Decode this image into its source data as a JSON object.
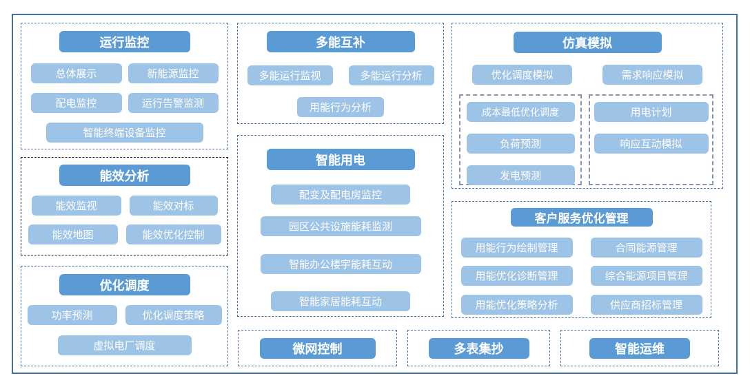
{
  "colors": {
    "header_tile_bg": "#5B9BD5",
    "item_tile_bg": "#9DC3E6",
    "tile_text": "#FFFFFF",
    "outer_frame_border": "#41719C",
    "group_box_border": "#44719F",
    "group_box_border_dark": "#1A1A1A",
    "inner_box_border": "#8496B0"
  },
  "groups": {
    "operation_monitoring": {
      "title": "运行监控",
      "items": [
        "总体展示",
        "新能源监控",
        "配电监控",
        "运行告警监测",
        "智能终端设备监控"
      ]
    },
    "energy_analysis": {
      "title": "能效分析",
      "items": [
        "能效监视",
        "能效对标",
        "能效地图",
        "能效优化控制"
      ]
    },
    "optimal_dispatch": {
      "title": "优化调度",
      "items": [
        "功率预测",
        "优化调度策略",
        "虚拟电厂调度"
      ]
    },
    "multi_energy": {
      "title": "多能互补",
      "items": [
        "多能运行监视",
        "多能运行分析",
        "用能行为分析"
      ]
    },
    "smart_power": {
      "title": "智能用电",
      "items": [
        "配变及配电房监控",
        "园区公共设施能耗监测",
        "智能办公楼宇能耗互动",
        "智能家居能耗互动"
      ]
    },
    "simulation": {
      "title": "仿真模拟",
      "items": [
        "优化调度模拟",
        "需求响应模拟"
      ],
      "sub_left": [
        "成本最低优化调度",
        "负荷预测",
        "发电预测"
      ],
      "sub_right": [
        "用电计划",
        "响应互动模拟"
      ]
    },
    "customer_service": {
      "title": "客户服务优化管理",
      "left_items": [
        "用能行为绘制管理",
        "用能优化诊断管理",
        "用能优化策略分析"
      ],
      "right_items": [
        "合同能源管理",
        "综合能源项目管理",
        "供应商招标管理"
      ]
    },
    "microgrid_control": {
      "title": "微网控制"
    },
    "multi_meter_reading": {
      "title": "多表集抄"
    },
    "smart_om": {
      "title": "智能运维"
    }
  }
}
